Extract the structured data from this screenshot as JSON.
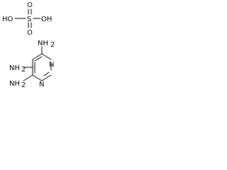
{
  "structure": {
    "sulfuric_acid": {
      "ho_left": "HO",
      "s": "S",
      "o_top": "O",
      "o_bottom": "O",
      "oh_right": "OH"
    },
    "pyrimidine": {
      "nh2_top": "NH",
      "nh2_mid": "NH",
      "nh2_bottom": "NH",
      "sub_2": "2",
      "n_ring_top": "N",
      "n_ring_bottom": "N"
    }
  },
  "colors": {
    "ink": "#000000",
    "background": "#ffffff"
  }
}
